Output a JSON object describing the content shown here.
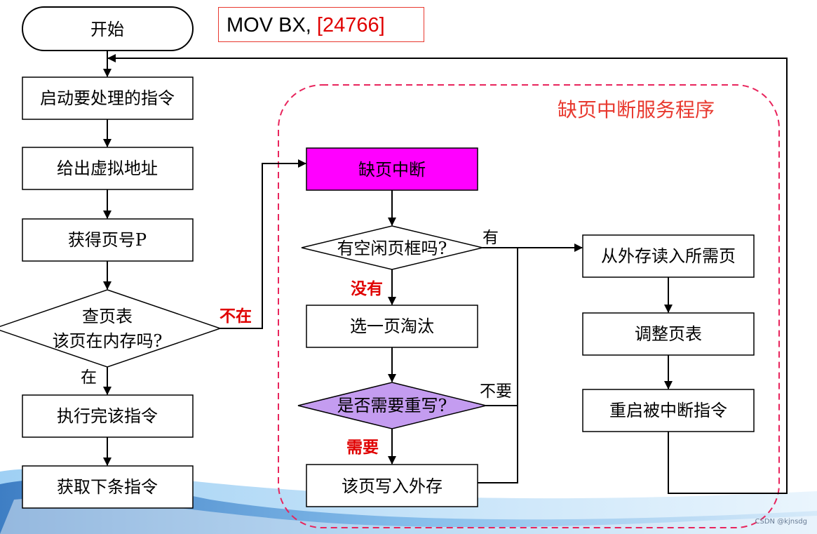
{
  "instruction": {
    "text": "MOV BX, ",
    "address": "[24766]"
  },
  "service_routine_title": "缺页中断服务程序",
  "main_flow": {
    "start": "开始",
    "start_instruction": "启动要处理的指令",
    "virtual_address": "给出虚拟地址",
    "get_page_number": "获得页号P",
    "check_page_table": [
      "查页表",
      "该页在内存吗?"
    ],
    "execute_instruction": "执行完该指令",
    "fetch_next_instruction": "获取下条指令"
  },
  "service_flow": {
    "page_fault": "缺页中断",
    "free_frame_question": "有空闲页框吗?",
    "select_victim": "选一页淘汰",
    "rewrite_question": "是否需要重写?",
    "write_out": "该页写入外存",
    "read_in": "从外存读入所需页",
    "adjust_table": "调整页表",
    "restart": "重启被中断指令"
  },
  "edge_labels": {
    "not_present": "不在",
    "present": "在",
    "has": "有",
    "none": "没有",
    "no_need": "不要",
    "need": "需要"
  },
  "colors": {
    "page_fault_fill": "#ff00ff",
    "rewrite_fill": "#c49cf0",
    "dashed_border": "#e8245c",
    "red_text": "#e00000"
  },
  "watermark": "CSDN @kjnsdg"
}
